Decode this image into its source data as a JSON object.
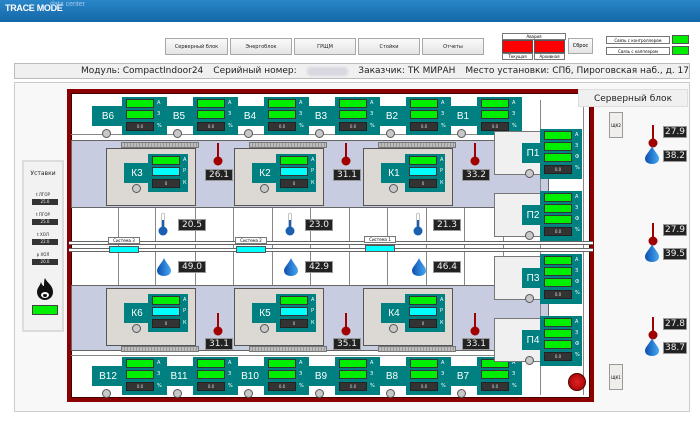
{
  "header": {
    "logo": "TRACE MODE",
    "logo_sub": "data center"
  },
  "nav": {
    "buttons": [
      "Серверный блок",
      "Энергоблок",
      "ГРЩМ",
      "Стойки",
      "Отчеты"
    ]
  },
  "alarms": {
    "title": "Авария",
    "current_label": "Текущая",
    "archive_label": "Архивная",
    "reset_label": "Сброс",
    "current_color": "#ff0000",
    "archive_color": "#ff0000"
  },
  "connections": {
    "controller_label": "Связь с контроллером",
    "cappler_label": "Связь с капплером",
    "status_color": "#00ee00"
  },
  "info": {
    "module": "Модуль: CompactIndoor24",
    "serial_label": "Серийный номер:",
    "customer": "Заказчик:  ТК МИРАН",
    "location": "Место установки: СПб, Пироговская наб., д. 17"
  },
  "settings": {
    "title": "Уставки",
    "items": [
      {
        "label": "t ЛГОР",
        "value": "25.0"
      },
      {
        "label": "t ПГОР",
        "value": "25.0"
      },
      {
        "label": "t ХОЛ",
        "value": "22.0"
      },
      {
        "label": "p ХОЛ",
        "value": "20.0"
      }
    ],
    "fire_status_color": "#00ee00"
  },
  "server_block_label": "Серверный блок",
  "shields": {
    "top": "ЩК2",
    "bottom": "ЩК1"
  },
  "top_units": [
    {
      "name": "В6",
      "value": "0.0"
    },
    {
      "name": "В5",
      "value": "0.0"
    },
    {
      "name": "В4",
      "value": "0.0"
    },
    {
      "name": "В3",
      "value": "0.0"
    },
    {
      "name": "В2",
      "value": "0.0"
    },
    {
      "name": "В1",
      "value": "0.0"
    }
  ],
  "bottom_units": [
    {
      "name": "В12",
      "value": "0.0"
    },
    {
      "name": "В11",
      "value": "0.0"
    },
    {
      "name": "В10",
      "value": "0.0"
    },
    {
      "name": "В9",
      "value": "0.0"
    },
    {
      "name": "В8",
      "value": "0.0"
    },
    {
      "name": "В7",
      "value": "0.0"
    }
  ],
  "unit_letters": {
    "a": "А",
    "z": "З",
    "pct": "%",
    "p": "Р",
    "k": "К",
    "f": "Ф"
  },
  "ac_top": [
    {
      "name": "К3",
      "value": "0"
    },
    {
      "name": "К2",
      "value": "0"
    },
    {
      "name": "К1",
      "value": "0"
    }
  ],
  "ac_bottom": [
    {
      "name": "К6",
      "value": "0"
    },
    {
      "name": "К5",
      "value": "0"
    },
    {
      "name": "К4",
      "value": "0"
    }
  ],
  "hot_temps_top": [
    "26.1",
    "31.1",
    "33.2"
  ],
  "hot_temps_bottom": [
    "31.1",
    "35.1",
    "33.1"
  ],
  "cold_temps": [
    "20.5",
    "23.0",
    "21.3"
  ],
  "cold_humidity": [
    "49.0",
    "42.9",
    "46.4"
  ],
  "systems": [
    "Система 3",
    "Система 2",
    "Система 1"
  ],
  "p_units": [
    {
      "name": "П1",
      "value": "0.0"
    },
    {
      "name": "П2",
      "value": "0.0"
    },
    {
      "name": "П3",
      "value": "0.0"
    },
    {
      "name": "П4",
      "value": "0.0"
    }
  ],
  "right_sensors": [
    {
      "temp": "27.9",
      "humidity": "38.2"
    },
    {
      "temp": "27.9",
      "humidity": "39.5"
    },
    {
      "temp": "27.8",
      "humidity": "38.7"
    }
  ]
}
